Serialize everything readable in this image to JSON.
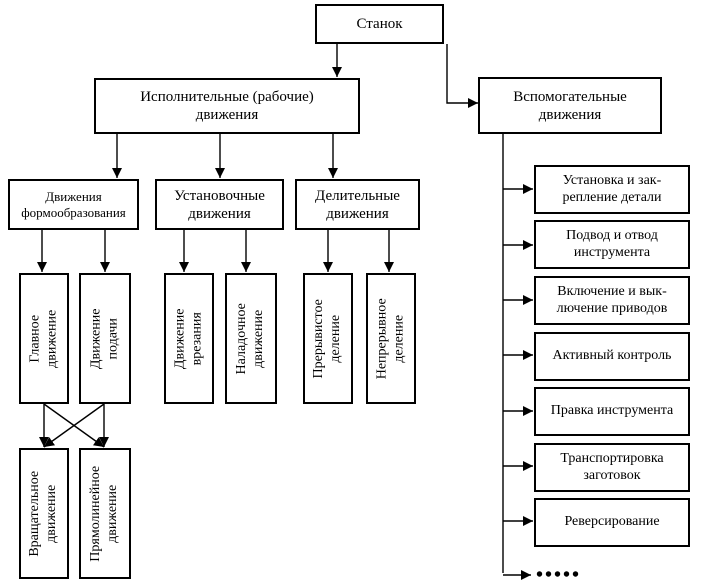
{
  "root": {
    "label": "Станок"
  },
  "executive": {
    "label": "Исполнительные (рабочие)\nдвижения",
    "groups": [
      {
        "label": "Движения\nформообразования",
        "children": [
          "Главное\nдвижение",
          "Движение\nподачи"
        ],
        "results": [
          "Вращательное\nдвижение",
          "Прямолинейное\nдвижение"
        ]
      },
      {
        "label": "Установочные\nдвижения",
        "children": [
          "Движение\nврезания",
          "Наладочное\nдвижение"
        ]
      },
      {
        "label": "Делительные\nдвижения",
        "children": [
          "Прерывистое\nделение",
          "Непрерывное\nделение"
        ]
      }
    ]
  },
  "auxiliary": {
    "label": "Вспомогательные\nдвижения",
    "items": [
      "Установка и зак-\nрепление детали",
      "Подвод и отвод\nинструмента",
      "Включение и вык-\nлючение приводов",
      "Активный контроль",
      "Правка инструмента",
      "Транспортировка\nзаготовок",
      "Реверсирование"
    ],
    "continuation": "•••••"
  }
}
